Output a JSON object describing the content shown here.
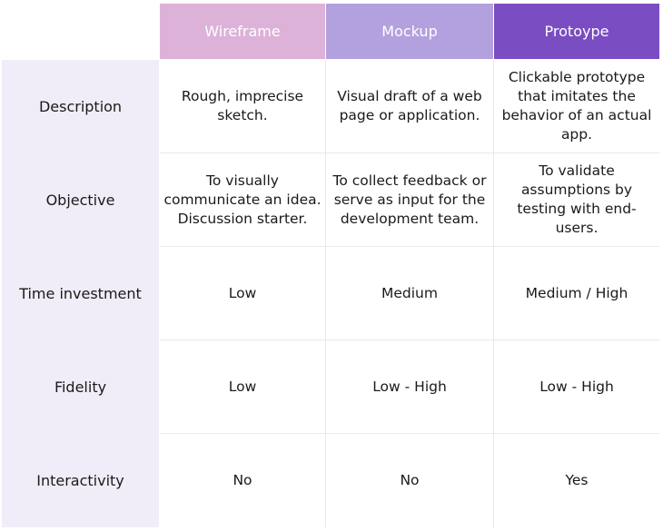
{
  "columns": [
    "Wireframe",
    "Mockup",
    "Protoype"
  ],
  "rows": [
    {
      "label": "Description",
      "cells": [
        "Rough, imprecise sketch.",
        "Visual draft of a web page or application.",
        "Clickable prototype that imitates the behavior of an actual app."
      ]
    },
    {
      "label": "Objective",
      "cells": [
        "To visually communicate an idea. Discussion starter.",
        "To collect feedback or serve as input for the development team.",
        "To validate assumptions by testing with end-users."
      ]
    },
    {
      "label": "Time investment",
      "cells": [
        "Low",
        "Medium",
        "Medium / High"
      ]
    },
    {
      "label": "Fidelity",
      "cells": [
        "Low",
        "Low - High",
        "Low - High"
      ]
    },
    {
      "label": "Interactivity",
      "cells": [
        "No",
        "No",
        "Yes"
      ]
    }
  ],
  "colors": {
    "wireframe_header": "#ddb2d8",
    "mockup_header": "#b2a1de",
    "prototype_header": "#7a4dc2",
    "label_column": "#f0edf8"
  }
}
